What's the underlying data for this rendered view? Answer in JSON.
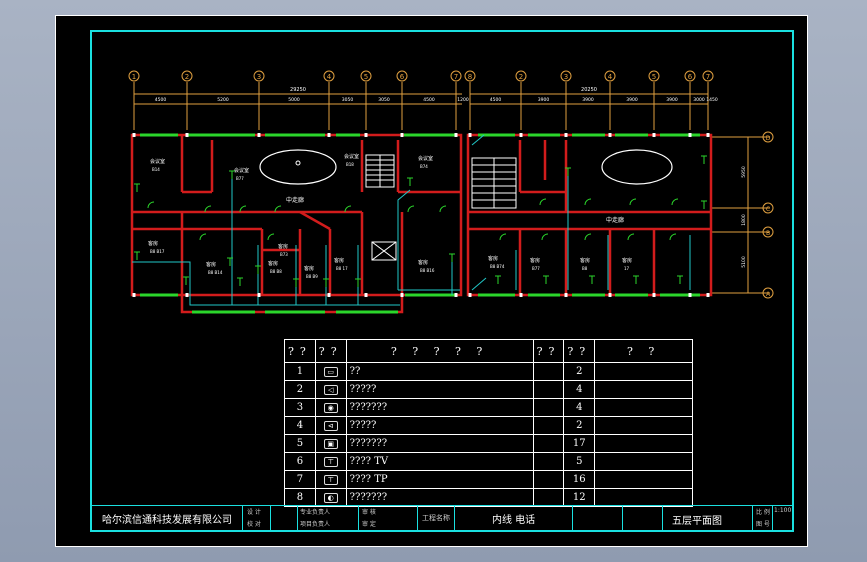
{
  "drawing": {
    "axes_left": [
      "1",
      "2",
      "3",
      "4",
      "5",
      "6",
      "7"
    ],
    "axes_right": [
      "8",
      "2",
      "3",
      "4",
      "5",
      "6",
      "7"
    ],
    "axes_rows": [
      "D",
      "C",
      "B",
      "A"
    ],
    "total_left": "29250",
    "total_right": "20250",
    "dims_left": [
      "4500",
      "5200",
      "5000",
      "3050",
      "3050",
      "4500",
      "1200"
    ],
    "dims_right": [
      "4500",
      "3900",
      "3900",
      "3900",
      "3900",
      "3000",
      "1450"
    ],
    "dims_vertical": [
      "5950",
      "1800",
      "5100"
    ],
    "corridor_label_left": "中走廊",
    "corridor_label_right": "中走廊",
    "rooms": [
      {
        "label": "会议室",
        "code": "B14"
      },
      {
        "label": "会议室",
        "code": "B77"
      },
      {
        "label": "会议室",
        "code": "B18"
      },
      {
        "label": "会议室",
        "code": "B74"
      },
      {
        "label": "客房",
        "code": "B8 B17"
      },
      {
        "label": "客房",
        "code": "B8 B14"
      },
      {
        "label": "客房",
        "code": "B8 B8"
      },
      {
        "label": "客房",
        "code": "B8 B9"
      },
      {
        "label": "客房",
        "code": "B8 17"
      },
      {
        "label": "客房",
        "code": "B73"
      },
      {
        "label": "客房",
        "code": "B8 B16"
      },
      {
        "label": "客房",
        "code": "B8 B74"
      },
      {
        "label": "客房",
        "code": "B77"
      },
      {
        "label": "客房",
        "code": "B8"
      },
      {
        "label": "客房",
        "code": "17"
      }
    ]
  },
  "legend": {
    "headers": [
      "??",
      "??",
      "? ? ? ? ?",
      "??",
      "??",
      "? ?"
    ],
    "rows": [
      {
        "no": "1",
        "symbol": "▭",
        "name": "??",
        "count": "2"
      },
      {
        "no": "2",
        "symbol": "◁",
        "name": "?????",
        "count": "4"
      },
      {
        "no": "3",
        "symbol": "◉",
        "name": "???????",
        "count": "4"
      },
      {
        "no": "4",
        "symbol": "⊲",
        "name": "?????",
        "count": "2"
      },
      {
        "no": "5",
        "symbol": "▣",
        "name": "???????",
        "count": "17"
      },
      {
        "no": "6",
        "symbol": "⊤",
        "name": "???? TV",
        "count": "5"
      },
      {
        "no": "7",
        "symbol": "⊤",
        "name": "???? TP",
        "count": "16"
      },
      {
        "no": "8",
        "symbol": "◐",
        "name": "???????",
        "count": "12"
      }
    ]
  },
  "title_block": {
    "company": "哈尔滨信通科技发展有限公司",
    "labels": [
      "设 计",
      "校 对",
      "审 核",
      "专业负责人",
      "项目负责人",
      "审 定",
      "工程名称"
    ],
    "drawing_content": "内线 电话",
    "drawing_title": "五层平面图",
    "scale_label": "比 例",
    "scale_value": "1:100",
    "sheet_label": "图 号"
  },
  "colors": {
    "wall": "#d21c1c",
    "window": "#2bd62b",
    "cable": "#20c8c8",
    "frame": "#1ae0e0",
    "axis": "#e0a040"
  }
}
